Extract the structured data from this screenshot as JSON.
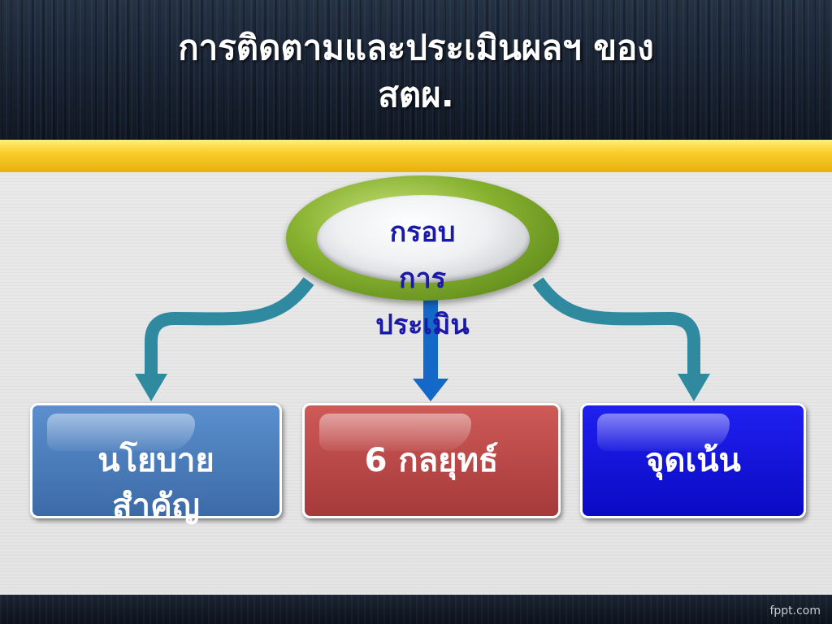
{
  "slide": {
    "title_line1": "การติดตามและประเมินผลฯ ของ",
    "title_line2": "สตผ.",
    "center": {
      "line1": "กรอบ",
      "line2": "การ",
      "line3": "ประเมิน"
    },
    "boxes": {
      "left": {
        "line1": "นโยบาย",
        "line2": "สำคัญ"
      },
      "middle": {
        "line1": "6 กลยุทธ์"
      },
      "right": {
        "line1": "จุดเน้น"
      }
    },
    "watermark": "fppt.com"
  },
  "colors": {
    "yellow_bar": "#f8cd2a",
    "ellipse_ring": "#86b12f",
    "center_text": "#1a1aa8",
    "arrow_teal": "#2f8aa0",
    "arrow_blue": "#1468c8",
    "box_left": "#4a7cbb",
    "box_middle": "#bb4a49",
    "box_right": "#1414dc"
  }
}
